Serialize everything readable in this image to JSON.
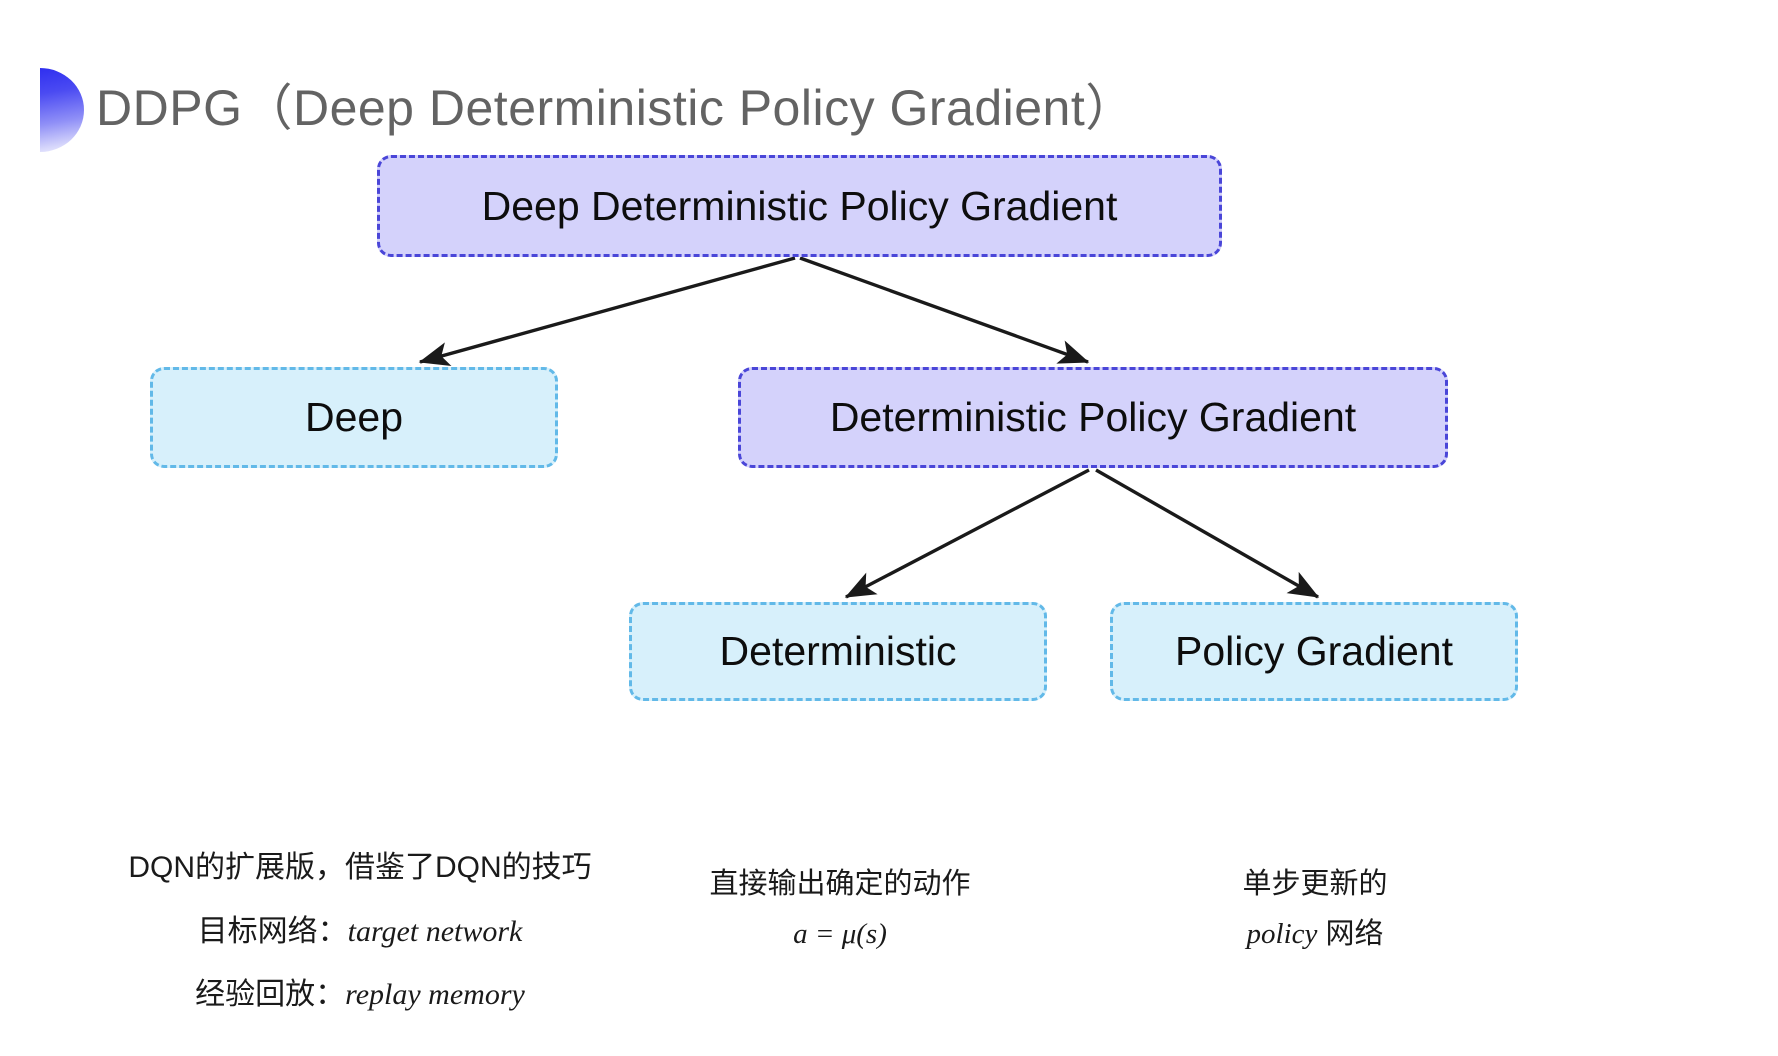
{
  "slide": {
    "title": "DDPG（Deep Deterministic Policy Gradient）",
    "background_color": "#ffffff"
  },
  "colors": {
    "purple_fill": "#d4d2fb",
    "purple_border": "#4a46d8",
    "cyan_fill": "#d7f0fb",
    "cyan_border": "#62b9e8",
    "title_text": "#636363",
    "arrow": "#1a1a1a"
  },
  "diagram": {
    "type": "tree",
    "nodes": [
      {
        "id": "root",
        "label": "Deep Deterministic Policy Gradient",
        "style": "purple"
      },
      {
        "id": "deep",
        "label": "Deep",
        "style": "cyan"
      },
      {
        "id": "dpg",
        "label": "Deterministic Policy Gradient",
        "style": "purple"
      },
      {
        "id": "deterministic",
        "label": "Deterministic",
        "style": "cyan"
      },
      {
        "id": "policy_gradient",
        "label": "Policy Gradient",
        "style": "cyan"
      }
    ],
    "edges": [
      {
        "from": "root",
        "to": "deep"
      },
      {
        "from": "root",
        "to": "dpg"
      },
      {
        "from": "dpg",
        "to": "deterministic"
      },
      {
        "from": "dpg",
        "to": "policy_gradient"
      }
    ]
  },
  "captions": {
    "deep": {
      "line1": "DQN的扩展版，借鉴了DQN的技巧",
      "line2_label": "目标网络：",
      "line2_term": "target network",
      "line3_label": "经验回放：",
      "line3_term": "replay memory"
    },
    "deterministic": {
      "line1": "直接输出确定的动作",
      "formula": "a = μ(s)"
    },
    "policy_gradient": {
      "line1": "单步更新的",
      "line2_term": "policy",
      "line2_suffix": " 网络"
    }
  }
}
